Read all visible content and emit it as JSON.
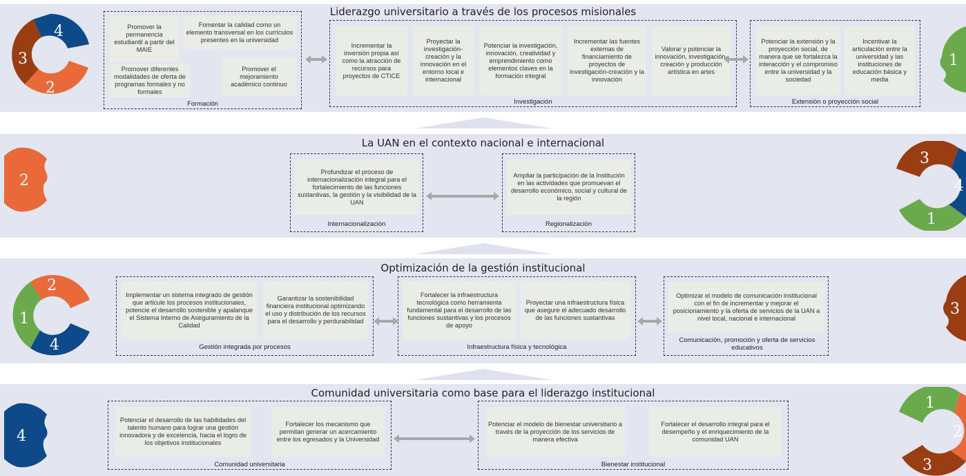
{
  "colors": {
    "band": "#e3e5f1",
    "card": "#e9ede6",
    "blue": "#0e4a8a",
    "orange": "#e8693a",
    "brown": "#983e12",
    "green": "#6aaa4c"
  },
  "sections": [
    {
      "title": "Liderazgo universitario a través de los procesos misionales",
      "groups": [
        {
          "label": "Formación",
          "cards": [
            "Promover la permanencia estudiantil a partir del MAIE",
            "Fomentar la calidad como un elemento transversal en los currículos presentes en la universidad",
            "Promover diferentes modalidades de oferta de programas formales y no formales",
            "Promover el mejoramiento académico continuo"
          ]
        },
        {
          "label": "Investigación",
          "cards": [
            "Incrementar la inversión propia así como la atracción de recursos para proyectos de CTICE",
            "Proyectar la investigación-creación y la innovación en el entorno local e internacional",
            "Potenciar la investigación, innovación, creatividad y emprendimiento como elementos claves en la formación integral",
            "Incrementar las fuentes externas de financiamiento de proyectos de investigación-creación y la innovación",
            "Valorar y potenciar la innovación, investigación-creación y producción artística en artes"
          ]
        },
        {
          "label": "Extensión o proyección social",
          "cards": [
            "Potenciar la extensión y la proyección social, de manera que se fortalezca la interacción y el compromiso entre la universidad y la sociedad",
            "Incentivar la articulación entre la universidad y las instituciones de educación básica y media"
          ]
        }
      ]
    },
    {
      "title": "La UAN en el contexto nacional e internacional",
      "groups": [
        {
          "label": "Internacionalización",
          "cards": [
            "Profundizar el proceso de internacionalización integral para el fortalecimiento de las funciones sustantivas, la gestión y la visibilidad de la UAN"
          ]
        },
        {
          "label": "Regionalización",
          "cards": [
            "Ampliar la participación de la Institución en las actividades que promuevan el desarrollo económico, social y cultural de la región"
          ]
        }
      ]
    },
    {
      "title": "Optimización de la gestión institucional",
      "groups": [
        {
          "label": "Gestión integrada por procesos",
          "cards": [
            "Implementar un sistema integrado de gestión que articule los procesos institucionales, potencie el desarrollo sostenible y apalanque el Sistema Interno de Aseguramiento de la Calidad",
            "Garantizar la sostenibilidad financiera institucional optimizando el uso y distribución de los recursos para el desarrollo y perdurabilidad"
          ]
        },
        {
          "label": "Infraestructura física y tecnológica",
          "cards": [
            "Fortalecer la infraestructura tecnológica como herramienta fundamental para el desarrollo de las funciones sustantivas y los procesos de apoyo",
            "Proyectar una infraestructura física que asegure el adecuado desarrollo de las funciones sustantivas"
          ]
        },
        {
          "label": "Comunicación, promoción y oferta de servicios educativos",
          "cards": [
            "Optimizar el modelo de comunicación institucional con el fin de incrementar y mejorar el posicionamiento y la oferta de servicios de la UAN a nivel local, nacional e internacional"
          ]
        }
      ]
    },
    {
      "title": "Comunidad universitaria como base para el liderazgo institucional",
      "groups": [
        {
          "label": "Comunidad universitaria",
          "cards": [
            "Potenciar el desarrollo de las habilidades del talento humano para lograr una gestión innovadora y de excelencia, hacia el logro de los objetivos institucionales",
            "Fortalecer los mecanismo que permitan generar un acercamiento entre los egresados y la Universidad"
          ]
        },
        {
          "label": "Bienestar institucional",
          "cards": [
            "Potenciar el modelo de bienestar universitario a través de la proyección de los servicios de manera efectiva",
            "Fortalecer el desarrollo integral para el desempeño y el enriquecimiento de la comunidad UAN"
          ]
        }
      ]
    }
  ],
  "puzzle_numbers": {
    "s1_left": [
      "4",
      "3",
      "2"
    ],
    "s1_right": [
      "1"
    ],
    "s2_left": [
      "2"
    ],
    "s2_right": [
      "3",
      "4",
      "1"
    ],
    "s3_left": [
      "2",
      "1",
      "4"
    ],
    "s3_right": [
      "3"
    ],
    "s4_left": [
      "4"
    ],
    "s4_right": [
      "1",
      "2",
      "3"
    ]
  }
}
